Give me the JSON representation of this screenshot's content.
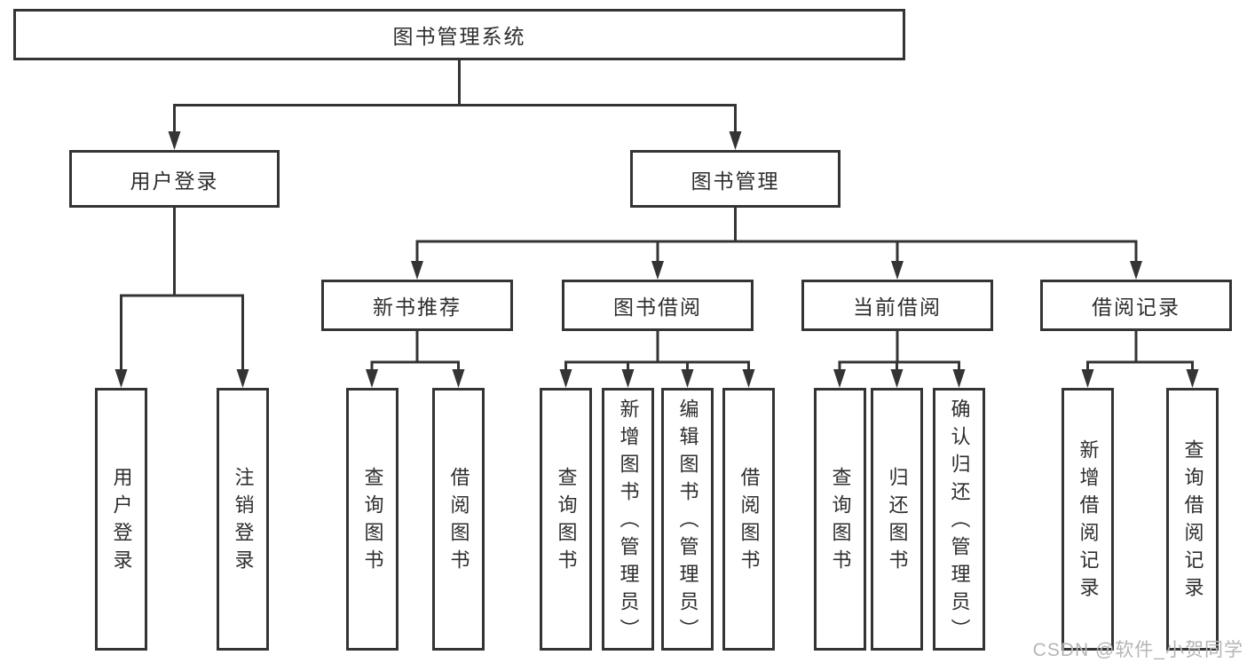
{
  "diagram": {
    "root": {
      "label": "图书管理系统"
    },
    "level2": [
      {
        "id": "user_login",
        "label": "用户登录"
      },
      {
        "id": "book_management",
        "label": "图书管理"
      }
    ],
    "level3": [
      {
        "id": "new_book_recommend",
        "label": "新书推荐"
      },
      {
        "id": "book_borrow",
        "label": "图书借阅"
      },
      {
        "id": "current_borrow",
        "label": "当前借阅"
      },
      {
        "id": "borrow_records",
        "label": "借阅记录"
      }
    ],
    "leaves": {
      "user_login": [
        "用户登录",
        "注销登录"
      ],
      "new_book_recommend": [
        "查询图书",
        "借阅图书"
      ],
      "book_borrow": [
        "查询图书",
        "新增图书（管理员）",
        "编辑图书（管理员）",
        "借阅图书"
      ],
      "current_borrow": [
        "查询图书",
        "归还图书",
        "确认归还（管理员）"
      ],
      "borrow_records": [
        "新增借阅记录",
        "查询借阅记录"
      ]
    }
  },
  "watermark": {
    "text": "CSDN @软件_小贺同学"
  },
  "colors": {
    "line": "#343434",
    "text": "#2e2e2e",
    "watermark": "#b5b5b5",
    "background": "#ffffff"
  }
}
